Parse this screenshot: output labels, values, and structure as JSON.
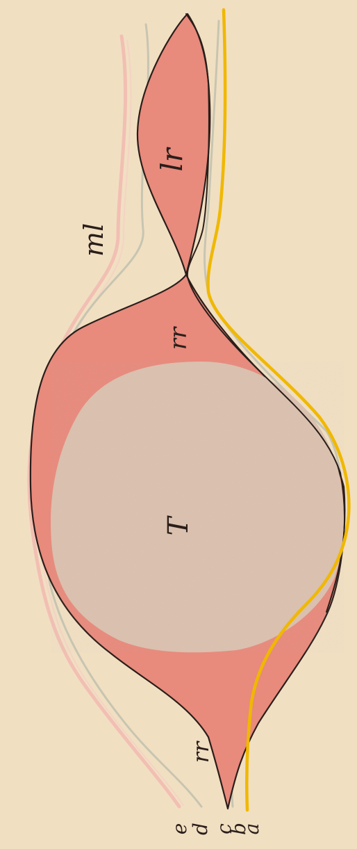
{
  "figure": {
    "colors": {
      "paper": "#f1dfc2",
      "tissue_red": "#e88a7c",
      "tumor": "#dcc2b0",
      "outline": "#2a1e1a",
      "yellow_line": "#f0b800",
      "pink_line": "#f2bfb3",
      "grey_line": "#c7c5b1"
    },
    "labels": {
      "lr": "lr",
      "ml": "ml",
      "rr_upper": "rr",
      "T": "T",
      "rr_lower": "rr",
      "e": "e",
      "d": "d",
      "c": "c",
      "b": "b",
      "a": "a"
    }
  }
}
